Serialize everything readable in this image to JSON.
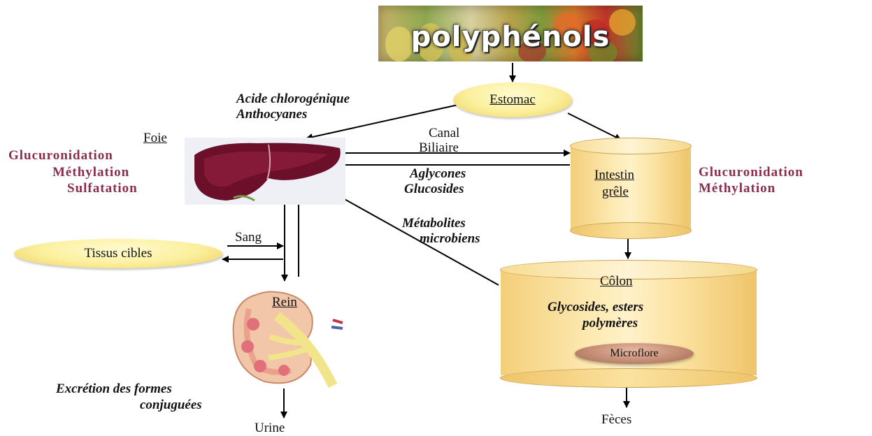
{
  "banner": {
    "title": "polyphénols"
  },
  "nodes": {
    "estomac": "Estomac",
    "foie": "Foie",
    "intestin_line1": "Intestin",
    "intestin_line2": "grêle",
    "colon": "Côlon",
    "colon_text_line1": "Glycosides, esters",
    "colon_text_line2": "polymères",
    "microflore": "Microflore",
    "tissus": "Tissus cibles",
    "rein": "Rein"
  },
  "labels": {
    "acide": "Acide chlorogénique",
    "anthocyanes": "Anthocyanes",
    "canal": "Canal",
    "biliaire": "Biliaire",
    "aglycones": "Aglycones",
    "glucosides": "Glucosides",
    "metabolites": "Métabolites",
    "microbiens": "microbiens",
    "sang": "Sang",
    "excretion_line1": "Excrétion des formes",
    "excretion_line2": "conjuguées",
    "urine": "Urine",
    "feces": "Fèces"
  },
  "liver_processes": [
    "Glucuronidation",
    "Méthylation",
    "Sulfatation"
  ],
  "intestine_processes": [
    "Glucuronidation",
    "Méthylation"
  ],
  "colors": {
    "accent": "#8a2d4e",
    "ellipse": "#fbef9c",
    "cylinder": "#fde9b2"
  },
  "icons": [
    "liver-image",
    "kidney-image",
    "fruits-oil-image"
  ]
}
